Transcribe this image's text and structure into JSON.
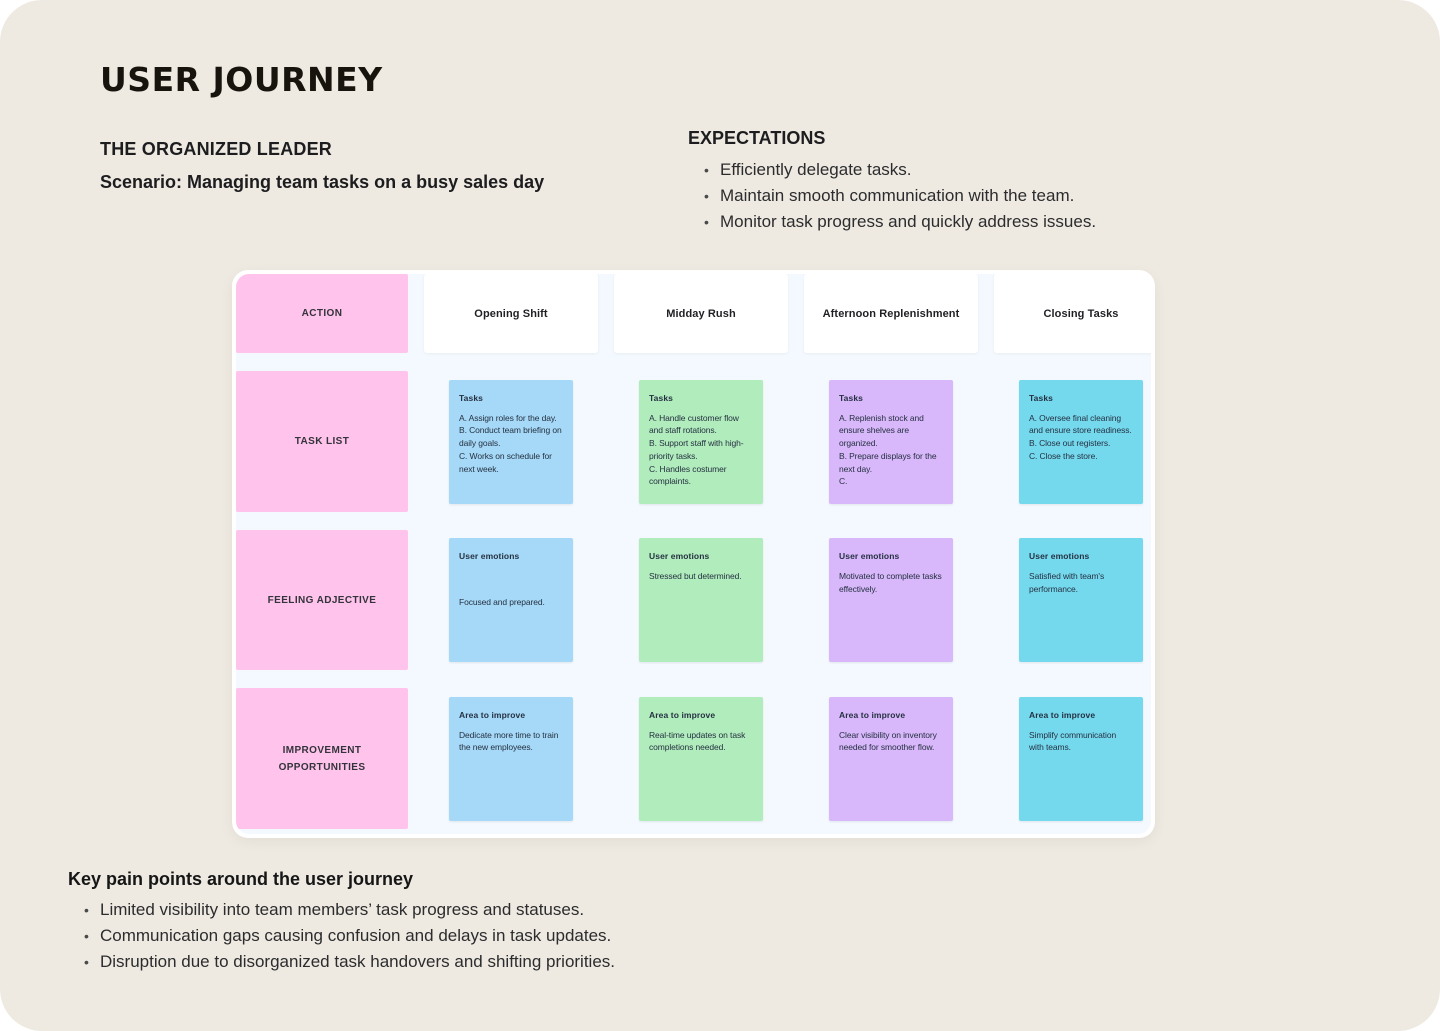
{
  "header": {
    "title": "USER JOURNEY",
    "persona": "THE ORGANIZED LEADER",
    "scenario": "Scenario: Managing team tasks on a busy sales day"
  },
  "expectations": {
    "heading": "EXPECTATIONS",
    "items": [
      "Efficiently delegate tasks.",
      "Maintain smooth communication with the team.",
      "Monitor task progress and quickly address issues."
    ]
  },
  "journey": {
    "row_headers": [
      "ACTION",
      "TASK LIST",
      "FEELING ADJECTIVE",
      "IMPROVEMENT OPPORTUNITIES"
    ],
    "row_header_color": "#FFC3EC",
    "columns": [
      {
        "label": "Opening Shift",
        "color": "#A6D9F7",
        "tasks": {
          "title": "Tasks",
          "body": "A. Assign roles for the day.\nB. Conduct team briefing on daily goals.\nC. Works on schedule for next week."
        },
        "emotions": {
          "title": "User emotions",
          "body": "\n\nFocused and prepared."
        },
        "improve": {
          "title": "Area to improve",
          "body": "Dedicate more time to train the new employees."
        }
      },
      {
        "label": "Midday Rush",
        "color": "#B1ECBC",
        "tasks": {
          "title": "Tasks",
          "body": "A. Handle customer flow and staff rotations.\nB. Support staff with high-priority tasks.\nC. Handles costumer complaints."
        },
        "emotions": {
          "title": "User emotions",
          "body": "Stressed but determined."
        },
        "improve": {
          "title": "Area to improve",
          "body": "Real-time updates on task completions needed."
        }
      },
      {
        "label": "Afternoon Replenishment",
        "color": "#D8B7FA",
        "tasks": {
          "title": "Tasks",
          "body": "A. Replenish stock and ensure shelves are organized.\nB. Prepare displays for the next day.\nC."
        },
        "emotions": {
          "title": "User emotions",
          "body": "Motivated to complete tasks effectively."
        },
        "improve": {
          "title": "Area to improve",
          "body": "Clear visibility on inventory needed for smoother flow."
        }
      },
      {
        "label": "Closing Tasks",
        "color": "#75D9EE",
        "tasks": {
          "title": "Tasks",
          "body": "A. Oversee final cleaning and ensure store readiness.\nB. Close out registers.\nC. Close the store."
        },
        "emotions": {
          "title": "User emotions",
          "body": "Satisfied with team's performance."
        },
        "improve": {
          "title": "Area to improve",
          "body": "Simplify communication with teams."
        }
      }
    ]
  },
  "pain_points": {
    "heading": "Key pain points around the user journey",
    "items": [
      "Limited visibility into team members’ task progress and statuses.",
      "Communication gaps causing confusion and delays in task updates.",
      "Disruption due to disorganized task handovers and shifting priorities."
    ]
  },
  "colors": {
    "page_bg": "#EEEAE2",
    "board_frame": "#FFFFFF",
    "board_bg": "#F3F9FE"
  }
}
